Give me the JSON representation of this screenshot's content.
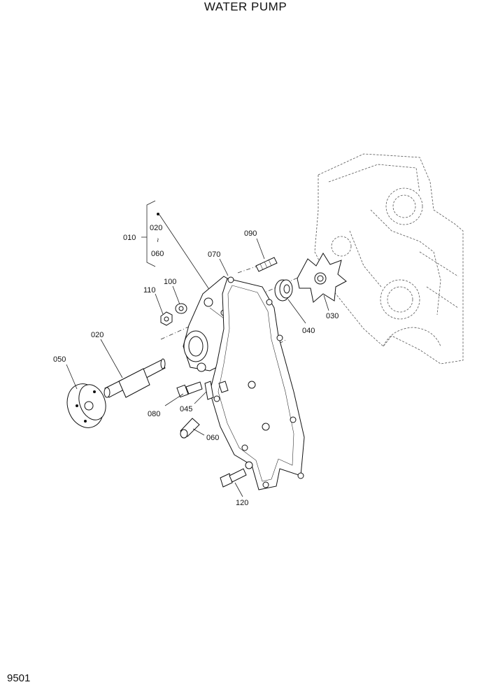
{
  "title": "WATER PUMP",
  "page_number": "9501",
  "callouts": {
    "c010": "010",
    "c020_kit": "020",
    "c_range": "~",
    "c060_kit": "060",
    "c090": "090",
    "c070": "070",
    "c100": "100",
    "c110": "110",
    "c020": "020",
    "c050": "050",
    "c040": "040",
    "c030": "030",
    "c080": "080",
    "c045": "045",
    "c060": "060",
    "c120": "120"
  }
}
